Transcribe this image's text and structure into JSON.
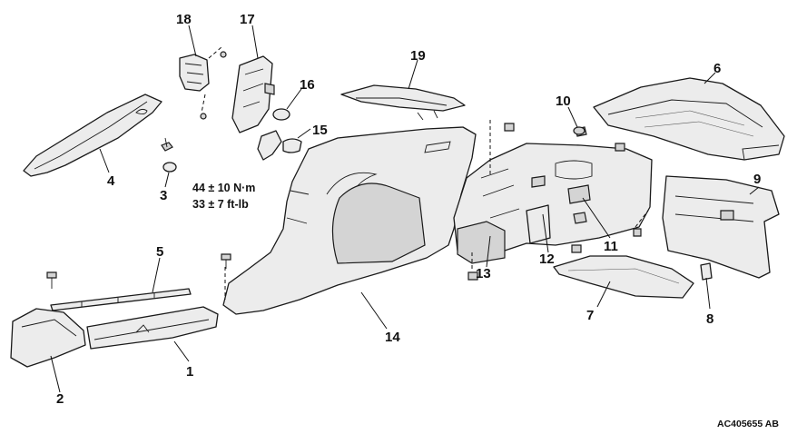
{
  "callouts": {
    "c1": "1",
    "c2": "2",
    "c3": "3",
    "c4": "4",
    "c5": "5",
    "c6": "6",
    "c7": "7",
    "c8": "8",
    "c9": "9",
    "c10": "10",
    "c11": "11",
    "c12": "12",
    "c13": "13",
    "c14": "14",
    "c15": "15",
    "c16": "16",
    "c17": "17",
    "c18": "18",
    "c19": "19"
  },
  "torque_spec": {
    "metric": "44 ± 10 N·m",
    "imperial": "33 ± 7 ft-lb"
  },
  "figure_code": "AC405655 AB"
}
